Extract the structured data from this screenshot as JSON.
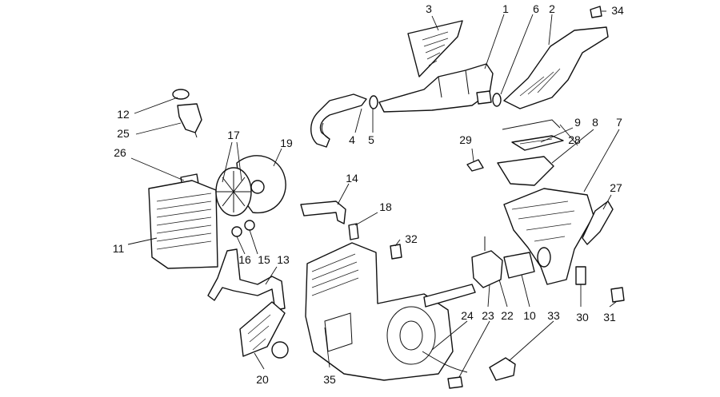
{
  "callouts": [
    {
      "id": "1",
      "text": "1"
    },
    {
      "id": "2",
      "text": "2"
    },
    {
      "id": "3",
      "text": "3"
    },
    {
      "id": "4",
      "text": "4"
    },
    {
      "id": "5",
      "text": "5"
    },
    {
      "id": "6",
      "text": "6"
    },
    {
      "id": "7",
      "text": "7"
    },
    {
      "id": "8",
      "text": "8"
    },
    {
      "id": "9",
      "text": "9"
    },
    {
      "id": "10",
      "text": "10"
    },
    {
      "id": "11",
      "text": "11"
    },
    {
      "id": "12",
      "text": "12"
    },
    {
      "id": "13",
      "text": "13"
    },
    {
      "id": "14",
      "text": "14"
    },
    {
      "id": "15",
      "text": "15"
    },
    {
      "id": "16",
      "text": "16"
    },
    {
      "id": "17",
      "text": "17"
    },
    {
      "id": "18",
      "text": "18"
    },
    {
      "id": "19",
      "text": "19"
    },
    {
      "id": "20",
      "text": "20"
    },
    {
      "id": "22",
      "text": "22"
    },
    {
      "id": "23",
      "text": "23"
    },
    {
      "id": "24",
      "text": "24"
    },
    {
      "id": "25",
      "text": "25"
    },
    {
      "id": "26",
      "text": "26"
    },
    {
      "id": "27",
      "text": "27"
    },
    {
      "id": "28",
      "text": "28"
    },
    {
      "id": "29",
      "text": "29"
    },
    {
      "id": "30",
      "text": "30"
    },
    {
      "id": "31",
      "text": "31"
    },
    {
      "id": "32",
      "text": "32"
    },
    {
      "id": "33",
      "text": "33"
    },
    {
      "id": "34",
      "text": "34"
    },
    {
      "id": "35",
      "text": "35"
    }
  ]
}
